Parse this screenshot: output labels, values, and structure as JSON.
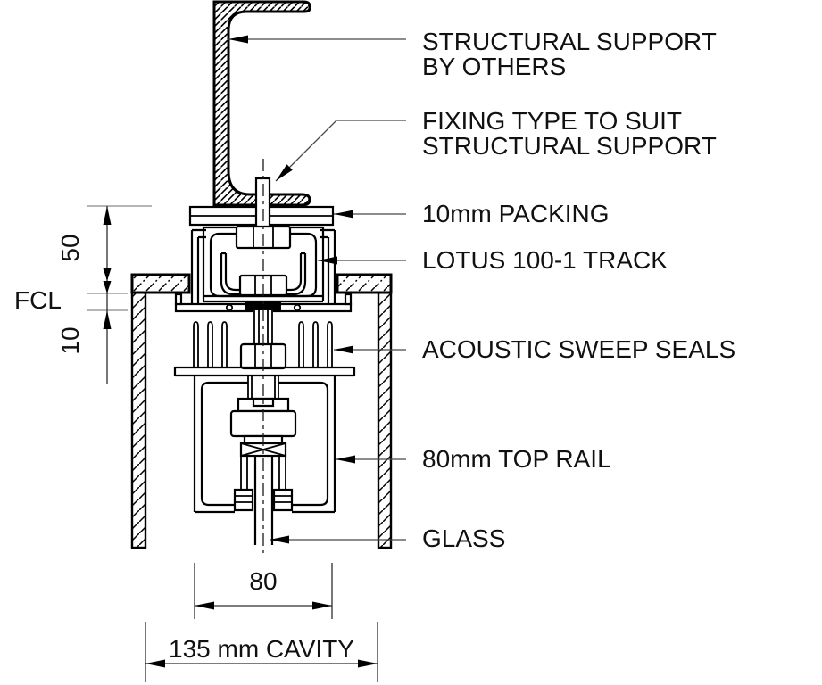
{
  "callouts": {
    "structural_support": {
      "line1": "STRUCTURAL SUPPORT",
      "line2": "BY OTHERS"
    },
    "fixing_type": {
      "line1": "FIXING TYPE TO SUIT",
      "line2": "STRUCTURAL SUPPORT"
    },
    "packing": "10mm PACKING",
    "track": "LOTUS 100-1 TRACK",
    "sweep_seals": "ACOUSTIC SWEEP SEALS",
    "top_rail": "80mm TOP RAIL",
    "glass": "GLASS"
  },
  "dimensions": {
    "packing_to_fcl": "50",
    "fcl_to_trim": "10",
    "fcl_label": "FCL",
    "top_rail_width": "80",
    "cavity": "135 mm CAVITY"
  },
  "colors": {
    "object_line": "#000000",
    "leader_line": "#474747",
    "extension_tick": "#8a8a8a",
    "background": "#ffffff"
  }
}
